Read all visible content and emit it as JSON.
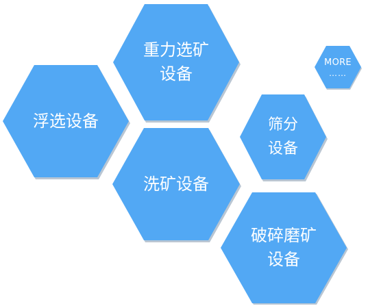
{
  "colors": {
    "hex_fill": "#52a8f4",
    "hex_shadow": "#b9c6d3",
    "text": "#ffffff"
  },
  "items": [
    {
      "lines": [
        "重力选矿",
        "设备"
      ]
    },
    {
      "lines": [
        "浮选设备"
      ]
    },
    {
      "lines": [
        "洗矿设备"
      ]
    },
    {
      "lines": [
        "筛分",
        "设备"
      ]
    },
    {
      "lines": [
        "破碎磨矿",
        "设备"
      ]
    },
    {
      "lines": [
        "MORE",
        "……"
      ]
    }
  ]
}
